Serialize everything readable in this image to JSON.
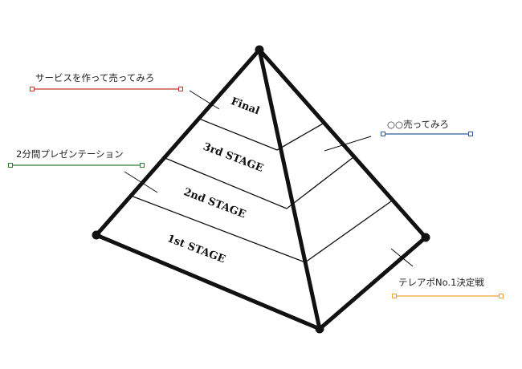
{
  "stages": [
    {
      "label": "Final"
    },
    {
      "label": "3rd STAGE"
    },
    {
      "label": "2nd STAGE"
    },
    {
      "label": "1st  STAGE"
    }
  ],
  "callouts": [
    {
      "text": "サービスを作って売ってみろ",
      "color": "#c0392b"
    },
    {
      "text": "2分間プレゼンテーション",
      "color": "#2e7d32"
    },
    {
      "text": "○○売ってみろ",
      "color": "#2c5e9e"
    },
    {
      "text": "テレアポNo.1決定戦",
      "color": "#f0a030"
    }
  ]
}
